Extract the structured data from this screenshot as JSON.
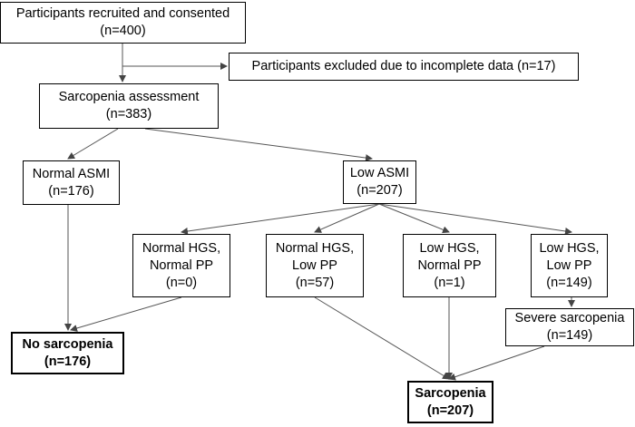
{
  "boxes": {
    "recruited": {
      "line1": "Participants recruited and consented",
      "line2": "(n=400)"
    },
    "excluded": {
      "line1": "Participants excluded due to incomplete data (n=17)"
    },
    "assessment": {
      "line1": "Sarcopenia assessment",
      "line2": "(n=383)"
    },
    "normal_asmi": {
      "line1": "Normal ASMI",
      "line2": "(n=176)"
    },
    "low_asmi": {
      "line1": "Low ASMI",
      "line2": "(n=207)"
    },
    "nhgs_npp": {
      "line1": "Normal HGS,",
      "line2": "Normal PP",
      "line3": "(n=0)"
    },
    "nhgs_lpp": {
      "line1": "Normal HGS,",
      "line2": "Low PP",
      "line3": "(n=57)"
    },
    "lhgs_npp": {
      "line1": "Low HGS,",
      "line2": "Normal PP",
      "line3": "(n=1)"
    },
    "lhgs_lpp": {
      "line1": "Low HGS,",
      "line2": "Low PP",
      "line3": "(n=149)"
    },
    "severe": {
      "line1": "Severe sarcopenia",
      "line2": "(n=149)"
    },
    "no_sarcopenia": {
      "line1": "No sarcopenia",
      "line2": "(n=176)"
    },
    "sarcopenia": {
      "line1": "Sarcopenia",
      "line2": "(n=207)"
    }
  }
}
